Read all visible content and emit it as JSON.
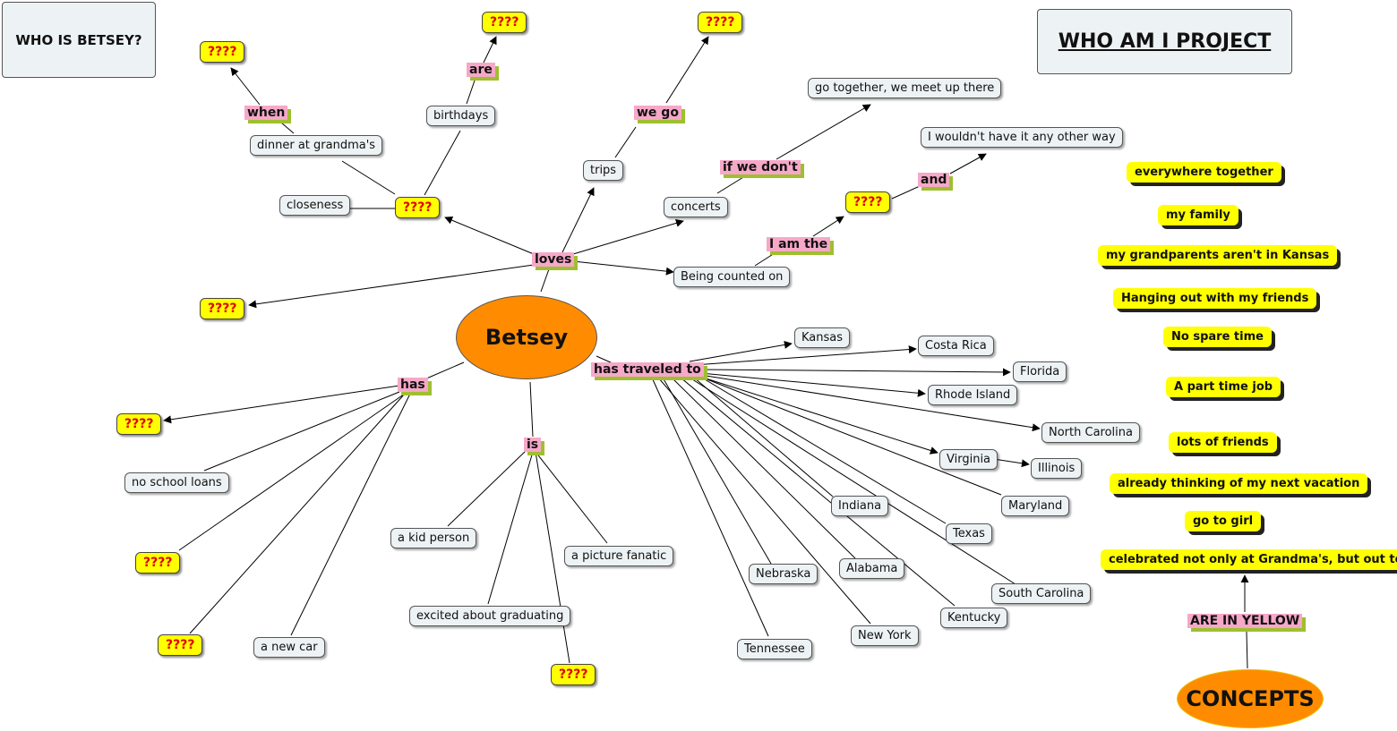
{
  "titles": {
    "left": "WHO IS BETSEY?",
    "right": "WHO AM I PROJECT"
  },
  "central": "Betsey",
  "concepts_node": "CONCEPTS",
  "links": {
    "loves": "loves",
    "when": "when",
    "are": "are",
    "we_go": "we go",
    "if_we_dont": "if we don't",
    "i_am_the": "I am the",
    "and": "and",
    "has": "has",
    "is": "is",
    "has_traveled_to": "has traveled to",
    "are_in_yellow": "ARE IN YELLOW"
  },
  "placeholder": "????",
  "nodes": {
    "dinner": "dinner at grandma's",
    "birthdays": "birthdays",
    "closeness": "closeness",
    "trips": "trips",
    "go_together": "go together, we meet up there",
    "concerts": "concerts",
    "other_way": "I wouldn't have it any other way",
    "counted_on": "Being counted on",
    "no_loans": "no school loans",
    "new_car": "a new car",
    "kid_person": "a kid person",
    "picture_fanatic": "a picture fanatic",
    "graduating": "excited about graduating"
  },
  "places": [
    "Kansas",
    "Costa Rica",
    "Florida",
    "Rhode Island",
    "North Carolina",
    "Virginia",
    "Illinois",
    "Maryland",
    "Indiana",
    "Texas",
    "South Carolina",
    "Nebraska",
    "Alabama",
    "Kentucky",
    "New York",
    "Tennessee"
  ],
  "concepts": [
    "everywhere together",
    "my family",
    "my grandparents aren't in Kansas",
    "Hanging out with my friends",
    "No spare time",
    "A part time job",
    "lots of friends",
    "already thinking of my next vacation",
    "go to girl",
    "celebrated not only at Grandma's, but out too"
  ],
  "colors": {
    "central": "#ff8c00",
    "placeholder_bg": "#ffff00",
    "placeholder_text": "#e00000",
    "link_label_bg": "#f6a8c8",
    "link_label_shadow": "#9fbf30",
    "node_bg": "#edf2f4"
  }
}
